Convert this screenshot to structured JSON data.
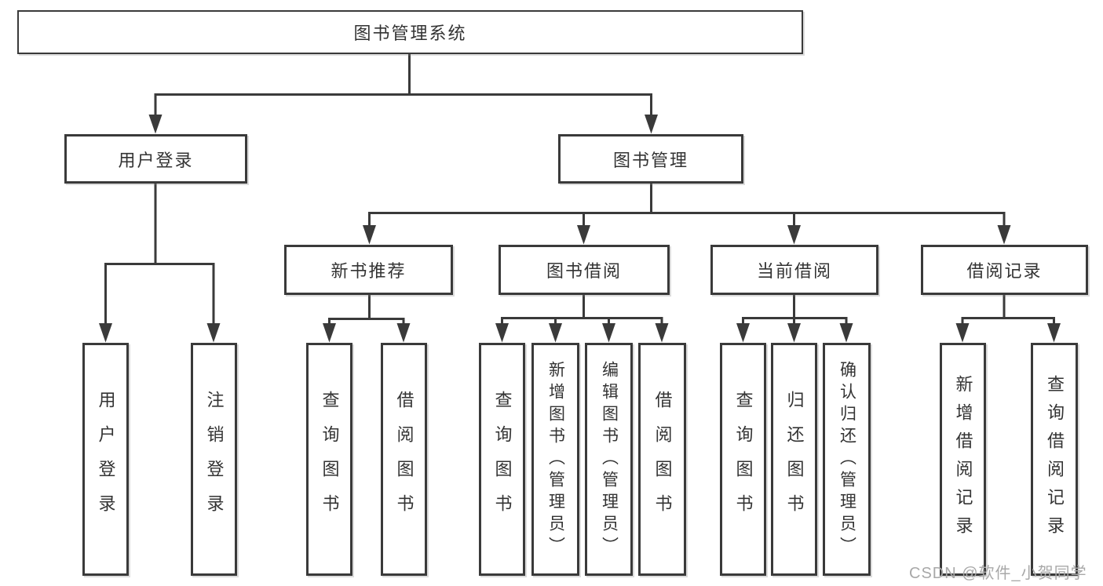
{
  "diagram_title": "图书管理系统",
  "tree": {
    "label": "图书管理系统",
    "children": [
      {
        "label": "用户登录",
        "children": [
          {
            "label": "用户登录"
          },
          {
            "label": "注销登录"
          }
        ]
      },
      {
        "label": "图书管理",
        "children": [
          {
            "label": "新书推荐",
            "children": [
              {
                "label": "查询图书"
              },
              {
                "label": "借阅图书"
              }
            ]
          },
          {
            "label": "图书借阅",
            "children": [
              {
                "label": "查询图书"
              },
              {
                "label": "新增图书（管理员）"
              },
              {
                "label": "编辑图书（管理员）"
              },
              {
                "label": "借阅图书"
              }
            ]
          },
          {
            "label": "当前借阅",
            "children": [
              {
                "label": "查询图书"
              },
              {
                "label": "归还图书"
              },
              {
                "label": "确认归还（管理员）"
              }
            ]
          },
          {
            "label": "借阅记录",
            "children": [
              {
                "label": "新增借阅记录"
              },
              {
                "label": "查询借阅记录"
              }
            ]
          }
        ]
      }
    ]
  },
  "watermark": "CSDN @软件_小贺同学",
  "colors": {
    "line": "#3a3a3a",
    "text": "#333333",
    "watermark": "#a8a8a8",
    "background": "#ffffff"
  }
}
